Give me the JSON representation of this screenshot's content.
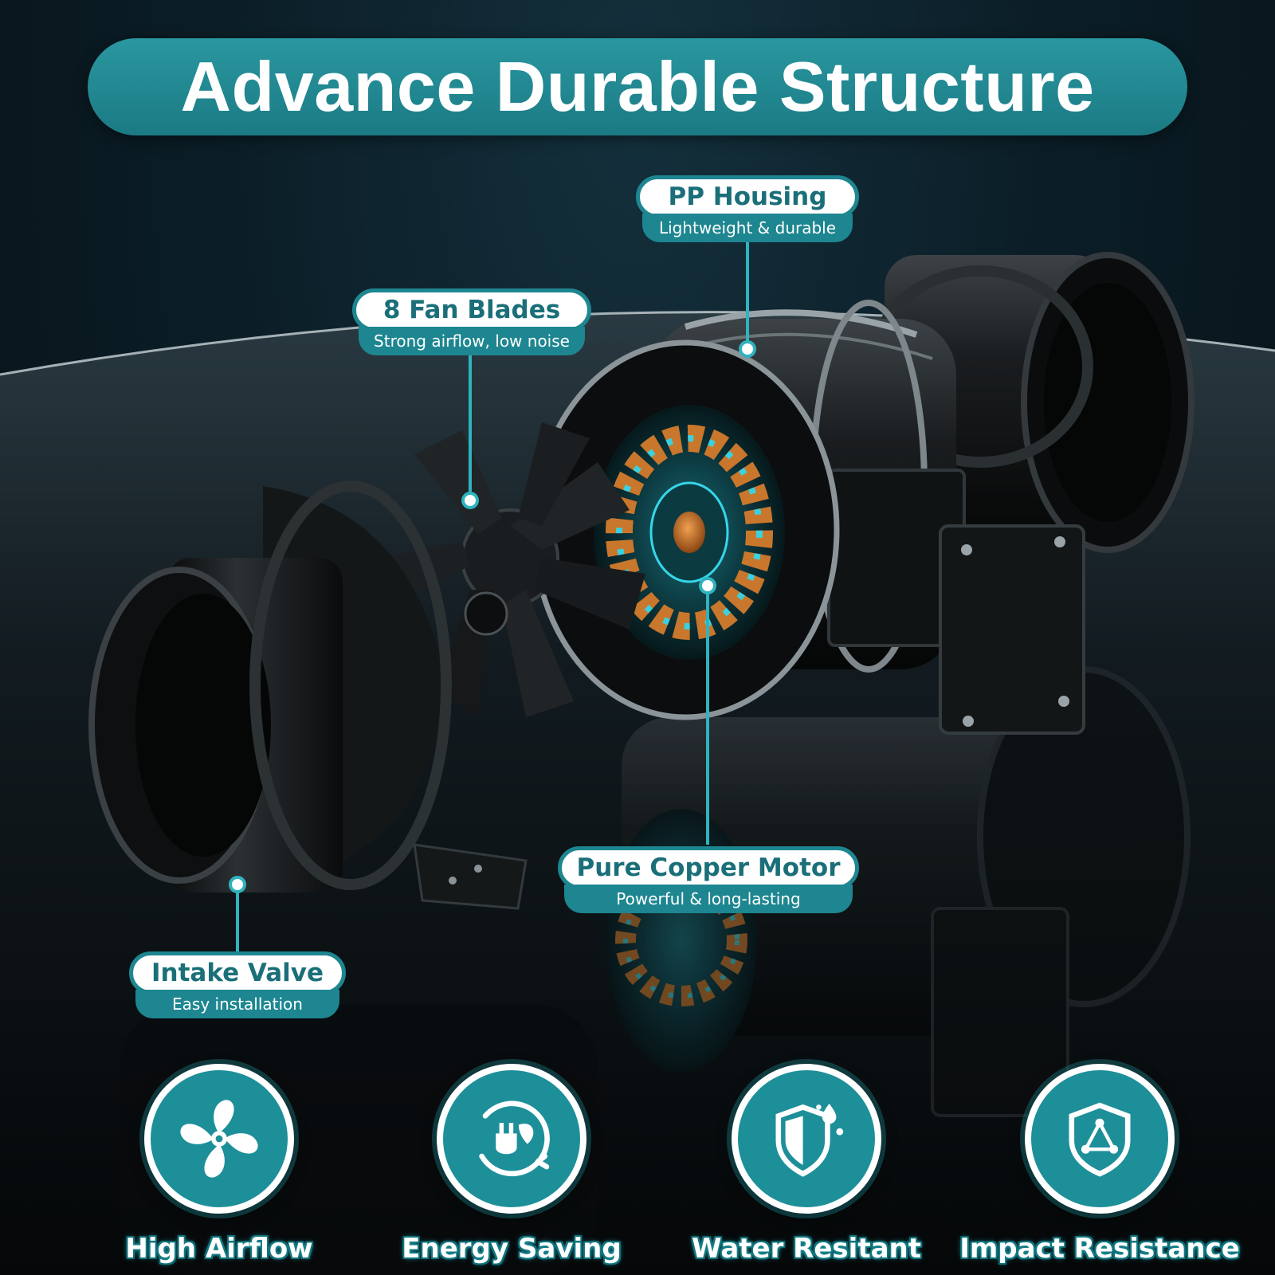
{
  "title": "Advance Durable Structure",
  "callouts": [
    {
      "id": "pp-housing",
      "title": "PP Housing",
      "subtitle": "Lightweight & durable"
    },
    {
      "id": "fan-blades",
      "title": "8 Fan Blades",
      "subtitle": "Strong airflow, low noise"
    },
    {
      "id": "copper-motor",
      "title": "Pure Copper Motor",
      "subtitle": "Powerful & long-lasting"
    },
    {
      "id": "intake-valve",
      "title": "Intake Valve",
      "subtitle": "Easy installation"
    }
  ],
  "features": [
    {
      "label": "High Airflow",
      "icon": "fan-icon"
    },
    {
      "label": "Energy Saving",
      "icon": "eco-plug-icon"
    },
    {
      "label": "Water Resitant",
      "icon": "water-shield-icon"
    },
    {
      "label": "Impact Resistance",
      "icon": "impact-shield-icon"
    }
  ],
  "colors": {
    "accent": "#1d8690",
    "accent_light": "#2a97a0",
    "background": "#0b1e27",
    "copper": "#c9772c",
    "glow": "#35d6e8"
  }
}
